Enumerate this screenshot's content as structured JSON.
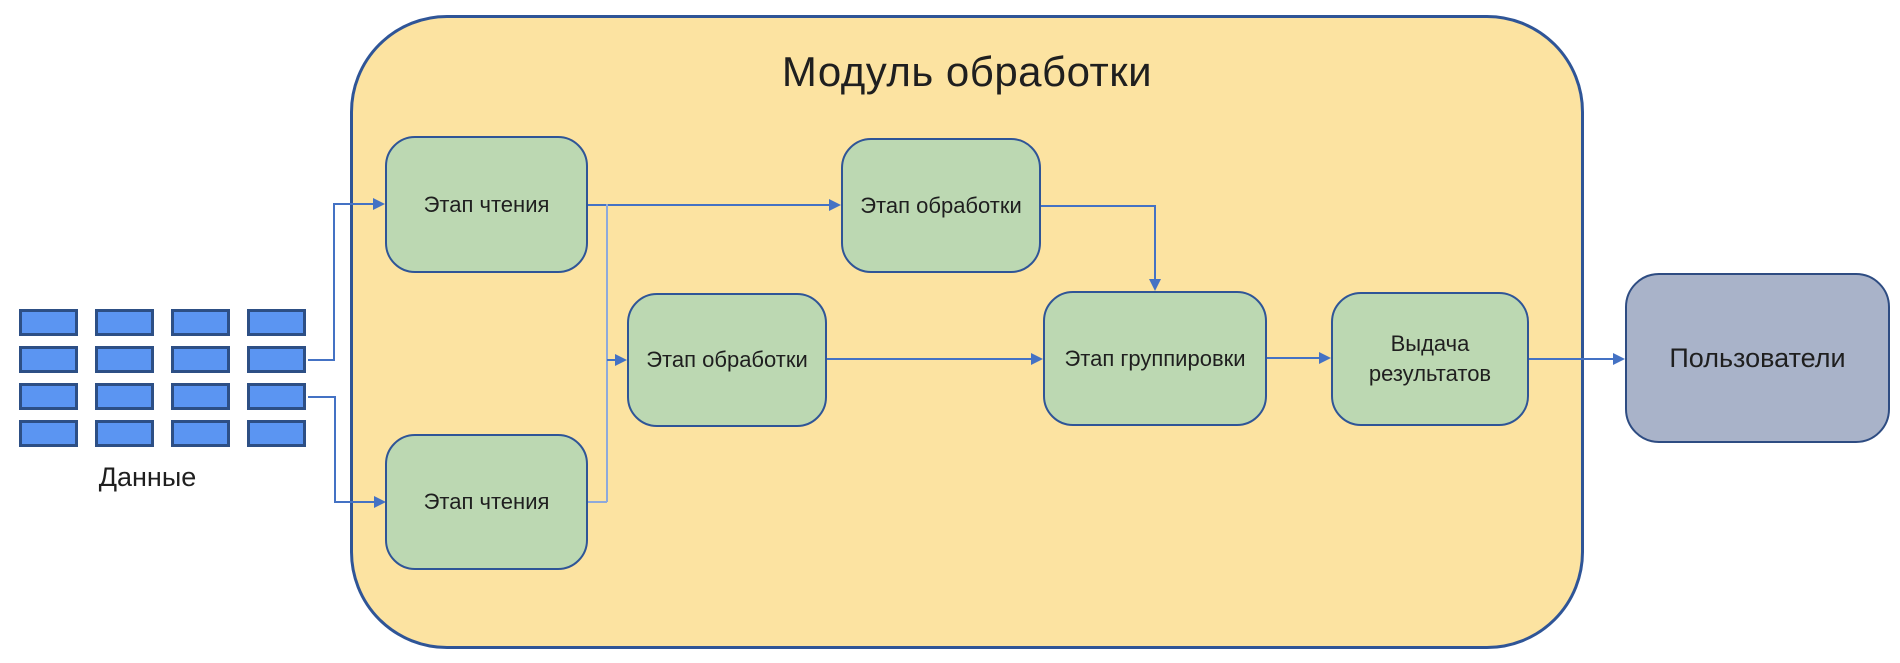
{
  "title": "Модуль обработки",
  "input": {
    "label": "Данные",
    "grid_rows": 4,
    "grid_cols": 4
  },
  "stages": {
    "read_top": "Этап чтения",
    "read_bottom": "Этап чтения",
    "process_top": "Этап обработки",
    "process_middle": "Этап обработки",
    "grouping": "Этап группировки",
    "output": "Выдача результатов"
  },
  "target": {
    "label": "Пользователи"
  },
  "colors": {
    "module_fill": "#fce3a1",
    "module_border": "#2f5597",
    "stage_fill": "#bcd8b2",
    "stage_border": "#2f5597",
    "data_rect_fill": "#5b95f2",
    "data_rect_border": "#2d4f85",
    "users_fill": "#a9b3c9",
    "users_border": "#2e4c82",
    "connector": "#4472c4",
    "connector_light": "#8ea9db",
    "text": "#1f1f1f"
  }
}
